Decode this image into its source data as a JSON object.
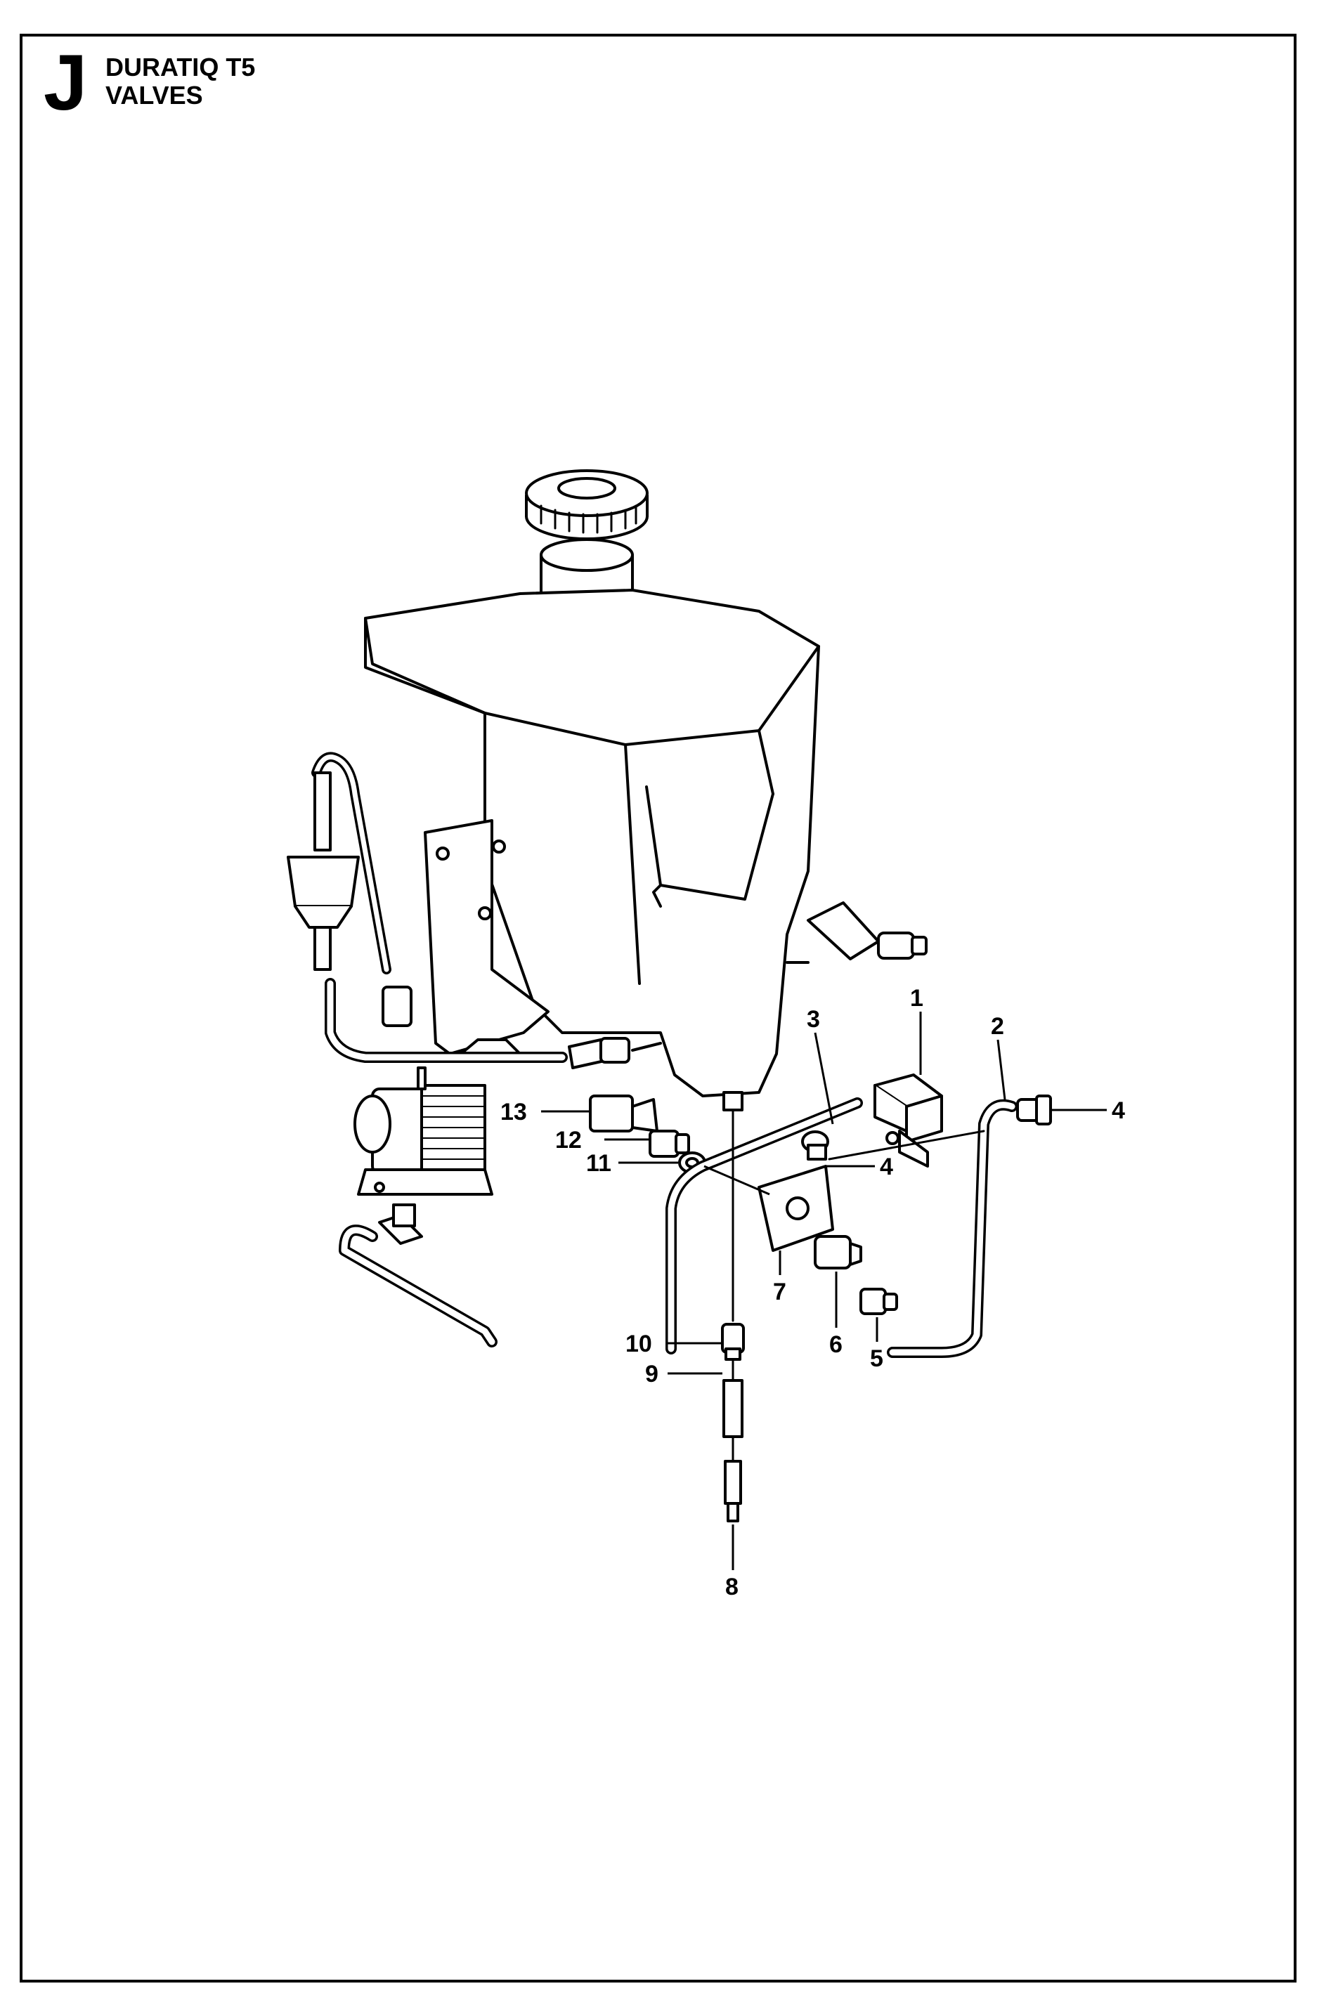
{
  "header": {
    "section_letter": "J",
    "title_line_1": "DURATIQ T5",
    "title_line_2": "VALVES"
  },
  "callouts": {
    "c1": "1",
    "c2": "2",
    "c3": "3",
    "c4a": "4",
    "c4b": "4",
    "c5": "5",
    "c6": "6",
    "c7": "7",
    "c8": "8",
    "c9": "9",
    "c10": "10",
    "c11": "11",
    "c12": "12",
    "c13": "13"
  }
}
